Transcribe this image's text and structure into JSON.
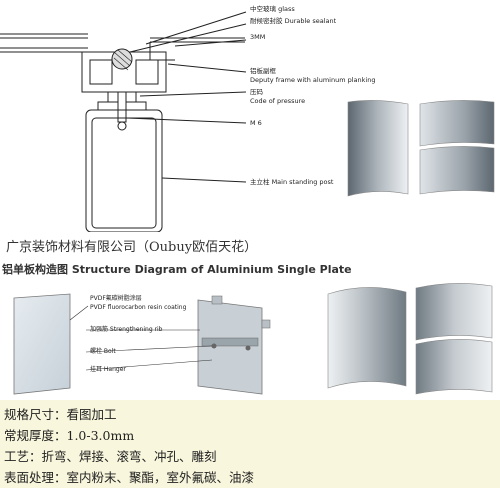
{
  "section_profile": {
    "labels": {
      "glass": "中空玻璃 glass",
      "sealant": "耐候密封胶 Durable sealant",
      "gap": "3MM",
      "deputy_frame_cn": "铝板副框",
      "deputy_frame_en": "Deputy frame with aluminum planking",
      "pressure_cn": "压码",
      "pressure_en": "Code of pressure",
      "screw": "M 6",
      "post": "主立柱 Main standing post"
    }
  },
  "brand": "广京装饰材料有限公司（Oubuy欧佰天花）",
  "title": "铝单板构造图 Structure Diagram of Aluminium Single Plate",
  "structure_labels": {
    "coating_cn": "PVDF氟碳树脂涂层",
    "coating_en": "PVDF fluorocarbon resin coating",
    "rib": "加强筋 Strengthening rib",
    "bolt": "螺栓 Bolt",
    "hanger": "挂耳 Hanger"
  },
  "specs": [
    "规格尺寸：看图加工",
    "常规厚度：1.0-3.0mm",
    "工艺：折弯、焊接、滚弯、冲孔、雕刻",
    "表面处理：室内粉末、聚酯，室外氟碳、油漆"
  ],
  "colors": {
    "panel_light": "#dfe4e8",
    "panel_dark": "#5c6770",
    "spec_background": "#f8f6dc",
    "line": "#222222"
  }
}
